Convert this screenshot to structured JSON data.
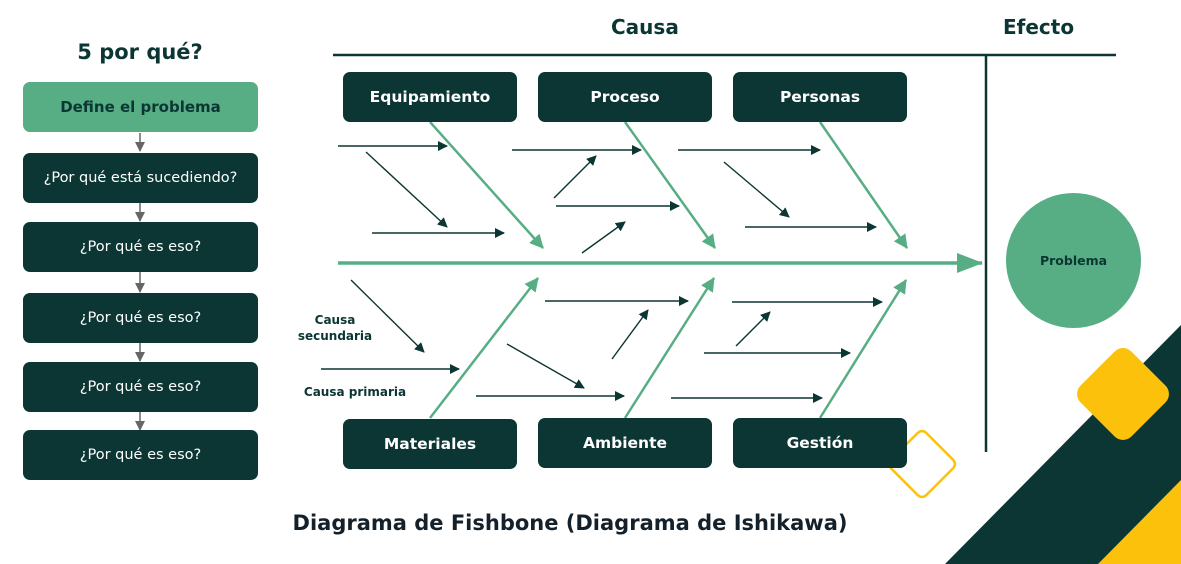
{
  "five_whys": {
    "title": "5 por qué?",
    "steps": [
      "Define el problema",
      "¿Por qué está sucediendo?",
      "¿Por qué es eso?",
      "¿Por qué es eso?",
      "¿Por qué es eso?",
      "¿Por qué es eso?"
    ]
  },
  "fishbone": {
    "cause_header": "Causa",
    "effect_header": "Efecto",
    "categories_top": [
      "Equipamiento",
      "Proceso",
      "Personas"
    ],
    "categories_bottom": [
      "Materiales",
      "Ambiente",
      "Gestión"
    ],
    "legend": {
      "secondary_cause": "Causa secundaria",
      "primary_cause": "Causa primaria"
    },
    "effect_label": "Problema"
  },
  "title": "Diagrama de Fishbone (Diagrama de Ishikawa)",
  "colors": {
    "dark": "#0b3633",
    "accent_green": "#57ae84",
    "accent_yellow": "#fcc10a",
    "arrow_gray": "#666666"
  }
}
